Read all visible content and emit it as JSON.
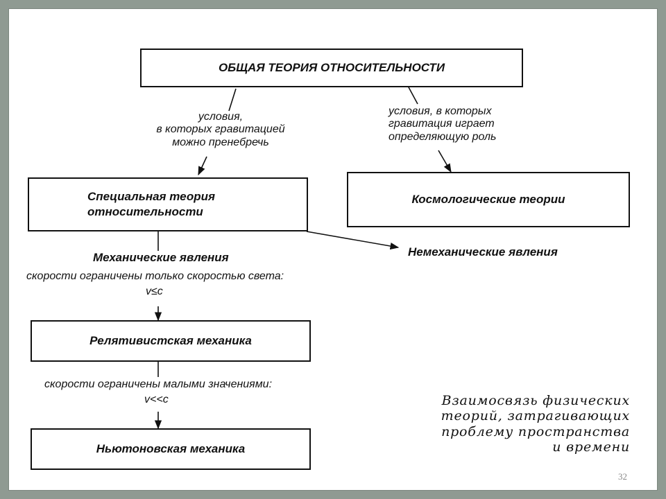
{
  "nodes": {
    "general_relativity": "ОБЩАЯ ТЕОРИЯ ОТНОСИТЕЛЬНОСТИ",
    "special_relativity": "Специальная теория\nотносительности",
    "cosmological": "Космологические теории",
    "relativistic_mechanics": "Релятивистская механика",
    "newtonian_mechanics": "Ньютоновская механика"
  },
  "labels": {
    "left_condition": "условия,\nв которых гравитацией\nможно пренебречь",
    "right_condition": "условия, в которых\nгравитация играет\nопределяющую роль",
    "mechanical": "Механические явления",
    "nonmechanical": "Немеханические явления",
    "speed_limit_light": "скорости ограничены только скоростью света:",
    "speed_formula_1": "v≤c",
    "speed_limit_small": "скорости ограничены малыми значениями:",
    "speed_formula_2": "v<<c"
  },
  "caption": "Взаимосвязь физических\nтеорий, затрагивающих\nпроблему пространства\nи времени",
  "page_number": "32"
}
